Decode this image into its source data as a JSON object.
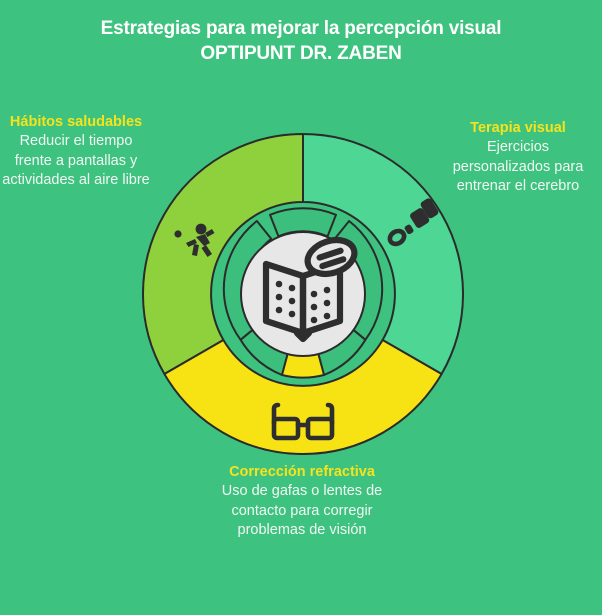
{
  "title": {
    "line1": "Estrategias para mejorar la percepción visual",
    "line2": "OPTIPUNT DR. ZABEN"
  },
  "colors": {
    "background": "#3dc37f",
    "segment_habits": "#8ed13c",
    "segment_therapy": "#4ed695",
    "segment_correction": "#f7e214",
    "inner_ring": "#3cbf7c",
    "center_circle": "#e6e7e6",
    "heading_text": "#f5e31e",
    "body_text": "#f2f7f4",
    "outline": "#2b2b2b"
  },
  "center": {
    "icon": "open-book-braille-eye-icon"
  },
  "segments": [
    {
      "id": "habitos-saludables",
      "heading": "Hábitos saludables",
      "body": "Reducir el tiempo frente a pantallas y actividades al aire libre",
      "icon": "running-person-icon",
      "color": "#8ed13c"
    },
    {
      "id": "terapia-visual",
      "heading": "Terapia visual",
      "body": "Ejercicios personalizados para entrenar el cerebro",
      "icon": "eye-exercise-icon",
      "color": "#4ed695"
    },
    {
      "id": "correccion-refractiva",
      "heading": "Corrección refractiva",
      "body": "Uso de gafas o lentes de contacto para corregir problemas de visión",
      "icon": "eyeglasses-icon",
      "color": "#f7e214"
    }
  ]
}
